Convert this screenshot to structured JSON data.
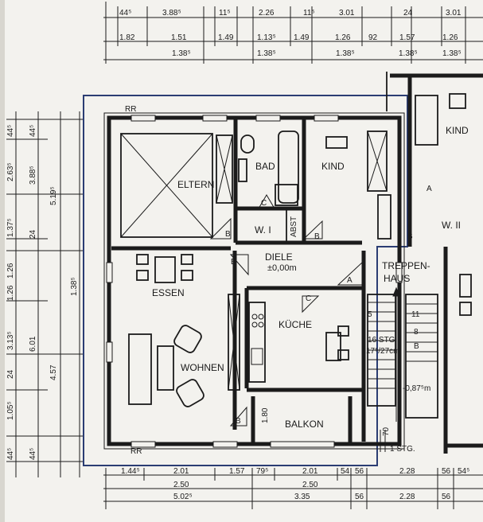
{
  "rooms": {
    "eltern": "ELTERN",
    "bad": "BAD",
    "kind1": "KIND",
    "kind2": "KIND",
    "wc": "W. I",
    "wc2": "W. II",
    "abst": "ABST",
    "diele": "DIELE",
    "diele_level": "±0,00m",
    "essen": "ESSEN",
    "wohnen": "WOHNEN",
    "kueche": "KÜCHE",
    "balkon": "BALKON",
    "balkon_dim": "1.80",
    "treppenhaus_1": "TREPPEN-",
    "treppenhaus_2": "HAUS",
    "stair_a": "16 STG.",
    "stair_b": "17⁵/27cm",
    "stair_lower": "-0,87⁵m",
    "stair_bottom": "1 STG.",
    "stair_70": "70",
    "stair_5": "5",
    "stair_11": "11",
    "stair_8": "8",
    "rr_top": "RR",
    "rr_bottom": "RR"
  },
  "markers": [
    "B",
    "B",
    "B",
    "B",
    "B",
    "B",
    "C",
    "C",
    "A",
    "A"
  ],
  "dims_top_row1": [
    "44⁵",
    "3.88⁵",
    "11⁵",
    "2.26",
    "11⁵",
    "3.01",
    "24",
    "3.01"
  ],
  "dims_top_row2": [
    "1.82",
    "1.51",
    "1.49",
    "1.13⁵",
    "1.49",
    "1.26",
    "92",
    "1.57",
    "1.26"
  ],
  "dims_top_row3": [
    "1.38⁵",
    "1.38⁵",
    "1.38⁵",
    "1.38⁵",
    "1.38⁵"
  ],
  "dims_left_outer": [
    "44⁵",
    "2.63⁵",
    "1.37⁵",
    "1.26",
    "1.26",
    "3.13⁵",
    "24",
    "1.05⁵",
    "44⁵"
  ],
  "dims_left_mid": [
    "44⁵",
    "3.88⁵",
    "24",
    "6.01",
    "44⁵"
  ],
  "dims_left_inner": [
    "5.19⁵",
    "1.38⁵",
    "4.57"
  ],
  "dims_bottom_row1": [
    "1.44⁵",
    "2.01",
    "1.57",
    "79⁵",
    "2.01",
    "54",
    "56",
    "2.28",
    "56",
    "54⁵"
  ],
  "dims_bottom_row2": [
    "2.50",
    "2.50"
  ],
  "dims_bottom_row3": [
    "5.02⁵",
    "3.35",
    "56",
    "2.28",
    "56"
  ]
}
